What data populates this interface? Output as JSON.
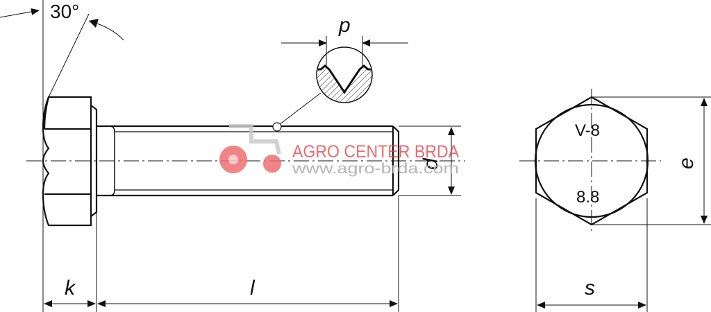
{
  "labels": {
    "angle": "30°",
    "pitch": "p",
    "diameter": "d",
    "head_height": "k",
    "length": "l",
    "width_across_flats": "s",
    "width_across_corners": "e",
    "marking_top": "V-8",
    "marking_bottom": "8.8"
  },
  "watermark": {
    "brand": "AGRO CENTER BRDA",
    "url": "www.agro-brda.com"
  },
  "colors": {
    "line": "#111111",
    "watermark": "#e8383d",
    "watermark_gray": "#bdbdbd"
  }
}
